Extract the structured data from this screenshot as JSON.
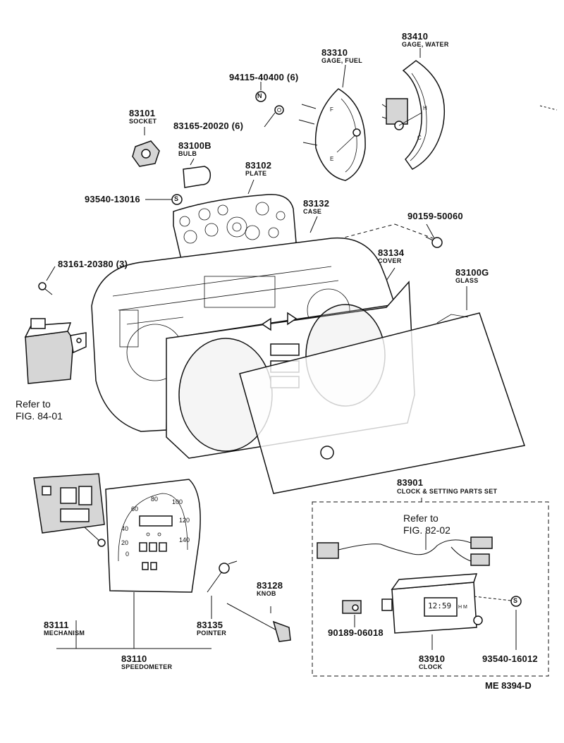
{
  "callouts": {
    "p83410": {
      "number": "83410",
      "name": "GAGE, WATER"
    },
    "p83310": {
      "number": "83310",
      "name": "GAGE, FUEL"
    },
    "p94115": {
      "number": "94115-40400 (6)"
    },
    "p83101": {
      "number": "83101",
      "name": "SOCKET"
    },
    "p83165": {
      "number": "83165-20020 (6)"
    },
    "p83100b": {
      "number": "83100B",
      "name": "BULB"
    },
    "p83102": {
      "number": "83102",
      "name": "PLATE"
    },
    "p93540a": {
      "number": "93540-13016"
    },
    "p83132": {
      "number": "83132",
      "name": "CASE"
    },
    "p90159": {
      "number": "90159-50060"
    },
    "p83134": {
      "number": "83134",
      "name": "COVER"
    },
    "p83100g": {
      "number": "83100G",
      "name": "GLASS"
    },
    "p83161": {
      "number": "83161-20380 (3)"
    },
    "p83901": {
      "number": "83901",
      "name": "CLOCK & SETTING PARTS SET"
    },
    "p83111": {
      "number": "83111",
      "name": "MECHANISM"
    },
    "p83135": {
      "number": "83135",
      "name": "POINTER"
    },
    "p83128": {
      "number": "83128",
      "name": "KNOB"
    },
    "p83110": {
      "number": "83110",
      "name": "SPEEDOMETER"
    },
    "p90189": {
      "number": "90189-06018"
    },
    "p83910": {
      "number": "83910",
      "name": "CLOCK"
    },
    "p93540b": {
      "number": "93540-16012"
    }
  },
  "references": {
    "fig8401": {
      "line1": "Refer to",
      "line2": "FIG. 84-01"
    },
    "fig8202": {
      "line1": "Refer to",
      "line2": "FIG. 82-02"
    }
  },
  "markers": {
    "nut": "N",
    "screw": "S"
  },
  "gauges": {
    "fuel": {
      "full": "F",
      "empty": "E"
    },
    "water": {
      "cold": "C",
      "hot": "H"
    }
  },
  "speedometer": {
    "ticks": [
      "0",
      "20",
      "40",
      "60",
      "80",
      "100",
      "120",
      "140"
    ]
  },
  "clock": {
    "time": "12:59",
    "hm": "H M"
  },
  "drawing_code": "ME  8394-D"
}
